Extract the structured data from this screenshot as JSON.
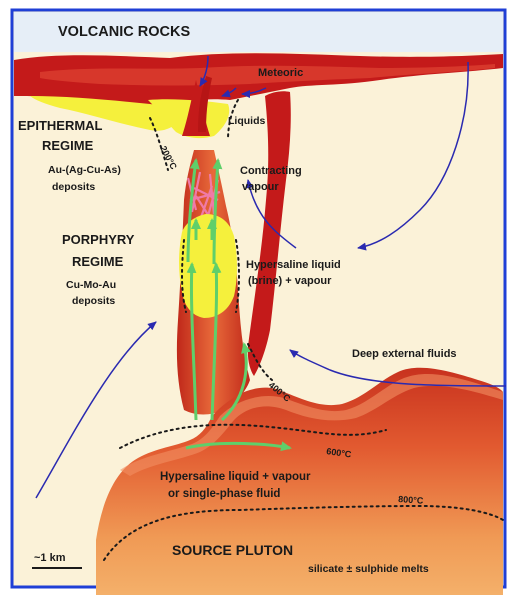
{
  "labels": {
    "volcanic_rocks": "VOLCANIC ROCKS",
    "meteoric": "Meteoric",
    "liquids": "Liquids",
    "epithermal_1": "EPITHERMAL",
    "epithermal_2": "REGIME",
    "epithermal_deposits_1": "Au-(Ag-Cu-As)",
    "epithermal_deposits_2": "deposits",
    "contracting_1": "Contracting",
    "contracting_2": "vapour",
    "porphyry_1": "PORPHYRY",
    "porphyry_2": "REGIME",
    "porphyry_deposits_1": "Cu-Mo-Au",
    "porphyry_deposits_2": "deposits",
    "hypersaline_1": "Hypersaline liquid",
    "hypersaline_2": "(brine) + vapour",
    "deep_external": "Deep external fluids",
    "hyper_lower_1": "Hypersaline liquid + vapour",
    "hyper_lower_2": "or single-phase fluid",
    "source_pluton": "SOURCE PLUTON",
    "silicate": "silicate ± sulphide melts",
    "scale": "~1 km"
  },
  "isotherms": {
    "t200": "200°C",
    "t400": "400°C",
    "t600": "600°C",
    "t800": "800°C"
  },
  "colors": {
    "frame": "#1f3fd6",
    "background": "#fbf2d8",
    "volcanic_cap": "#c41a1a",
    "pluton_light": "#ec8550",
    "pluton_dark": "#d83a22",
    "ore_zone": "#f5f03c",
    "fluid_arrows": "#5fcf6a",
    "meteoric_arrows": "#2a2ab0"
  }
}
